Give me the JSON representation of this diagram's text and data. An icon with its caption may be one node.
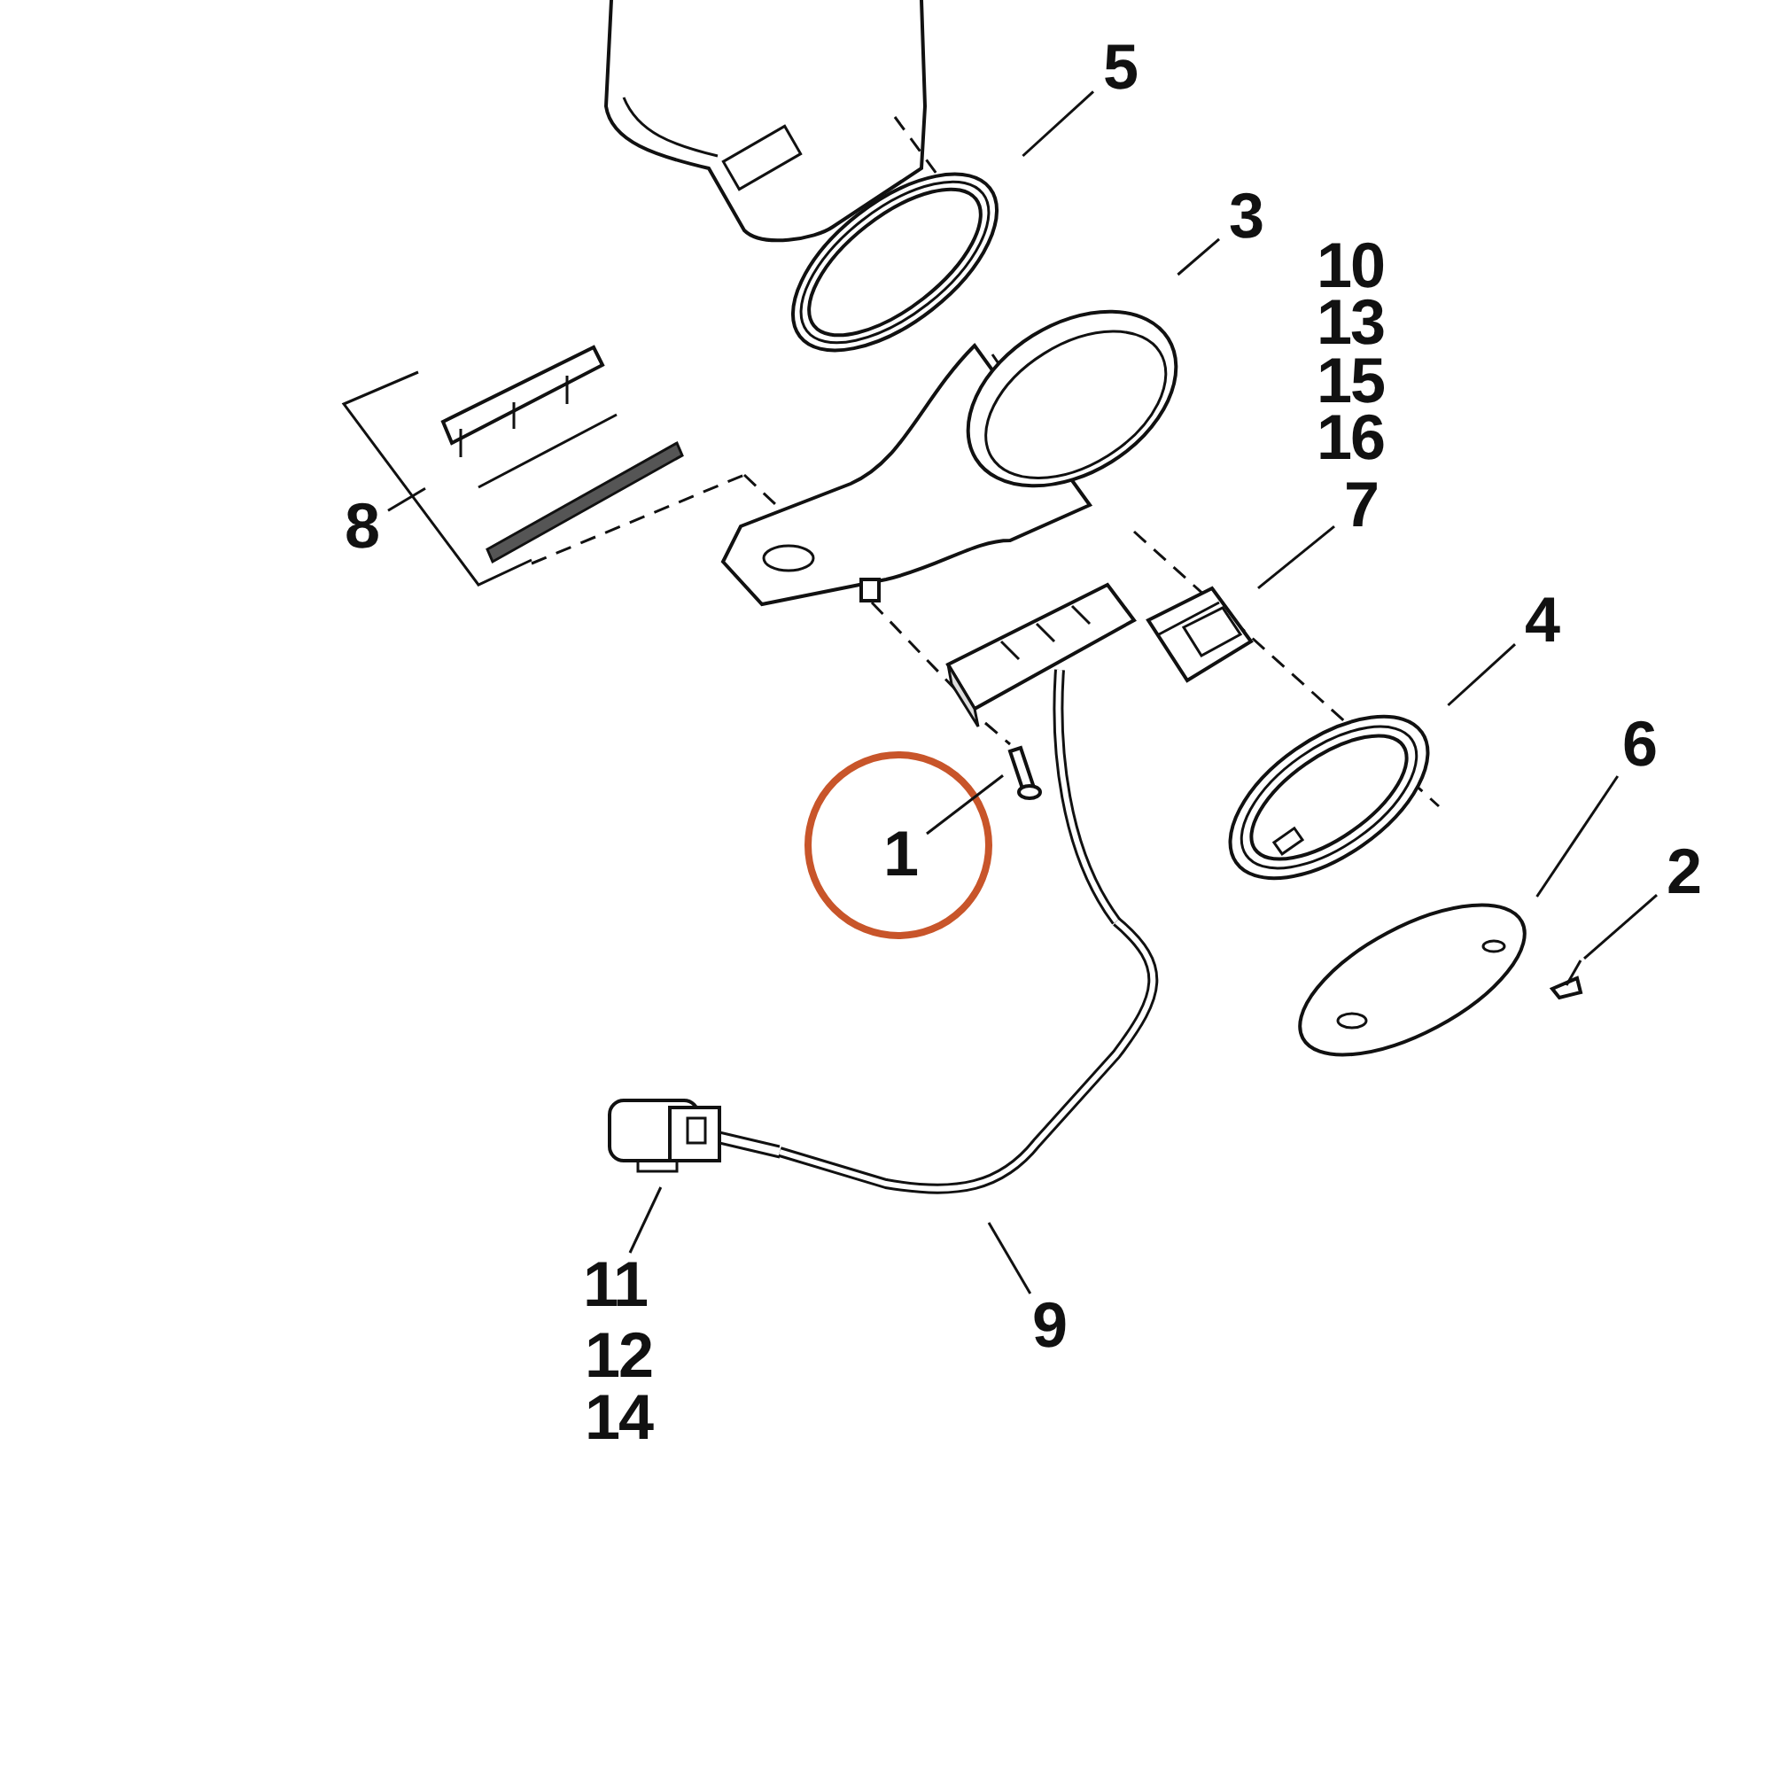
{
  "diagram": {
    "nodes": [
      {
        "text": [
          "5"
        ]
      },
      {
        "text": [],
        "shape": "picture"
      },
      {
        "text": [
          "3"
        ]
      },
      {
        "text": [],
        "shape": "picture"
      },
      {
        "text": [
          "7"
        ]
      },
      {
        "text": [],
        "shape": "picture"
      },
      {
        "text": [
          "8"
        ]
      },
      {
        "text": [],
        "shape": "picture"
      },
      {
        "text": [
          "4"
        ]
      },
      {
        "text": [],
        "shape": "picture"
      },
      {
        "text": [
          "6"
        ]
      },
      {
        "text": [],
        "shape": "picture"
      },
      {
        "text": [
          "1"
        ]
      },
      {
        "text": [],
        "shape": "picture"
      },
      {
        "text": [
          "2"
        ]
      },
      {
        "text": [],
        "shape": "picture"
      },
      {
        "text": [
          "11"
        ]
      },
      {
        "text": [],
        "shape": "picture"
      },
      {
        "text": [
          "9"
        ]
      },
      {
        "text": [],
        "shape": "picture"
      }
    ],
    "edges": [
      {
        "from": 0,
        "to": 1,
        "arrow": "none"
      },
      {
        "from": 2,
        "to": 3,
        "arrow": "none"
      },
      {
        "from": 4,
        "to": 5,
        "arrow": "none"
      },
      {
        "from": 6,
        "to": 7,
        "arrow": "none"
      },
      {
        "from": 8,
        "to": 9,
        "arrow": "none"
      },
      {
        "from": 10,
        "to": 11,
        "arrow": "none"
      },
      {
        "from": 12,
        "to": 13,
        "arrow": "none"
      },
      {
        "from": 14,
        "to": 15,
        "arrow": "none"
      },
      {
        "from": 16,
        "to": 17,
        "arrow": "none"
      },
      {
        "from": 18,
        "to": 19,
        "arrow": "none"
      }
    ],
    "labels": [
      "10",
      "13",
      "15",
      "16",
      "12",
      "14"
    ]
  }
}
